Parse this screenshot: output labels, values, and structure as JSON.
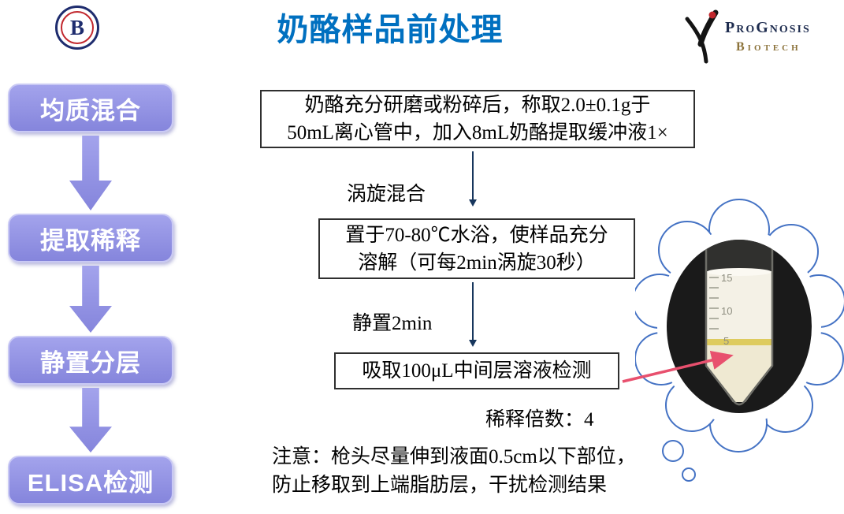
{
  "header": {
    "title": "奶酪样品前处理",
    "logo_letter": "B",
    "brand": {
      "name": "ProGnosis",
      "sub": "Biotech"
    }
  },
  "steps": [
    {
      "label": "均质混合"
    },
    {
      "label": "提取稀释"
    },
    {
      "label": "静置分层"
    },
    {
      "label": "ELISA检测"
    }
  ],
  "flow": {
    "step1": {
      "line1": "奶酪充分研磨或粉碎后，称取2.0±0.1g于",
      "line2": "50mL离心管中，加入8mL奶酪提取缓冲液1×"
    },
    "arrow1_label": "涡旋混合",
    "step2": {
      "line1": "置于70-80℃水浴，使样品充分",
      "line2": "溶解（可每2min涡旋30秒）"
    },
    "arrow2_label": "静置2min",
    "step3": "吸取100μL中间层溶液检测",
    "dilution": "稀释倍数：4",
    "note": {
      "line1": "注意：枪头尽量伸到液面0.5cm以下部位，",
      "line2": "防止移取到上端脂肪层，干扰检测结果"
    }
  },
  "photo": {
    "graduations": [
      "15",
      "10",
      "5"
    ]
  },
  "colors": {
    "title_blue": "#0070C0",
    "step_purple": "#8F8FE2",
    "step_border": "#C9C9F4",
    "connector_navy": "#17365D",
    "cloud_blue": "#4472C4",
    "arrow_red": "#E8506E",
    "brand_navy": "#1E2C4F",
    "brand_gold": "#8C733B"
  }
}
